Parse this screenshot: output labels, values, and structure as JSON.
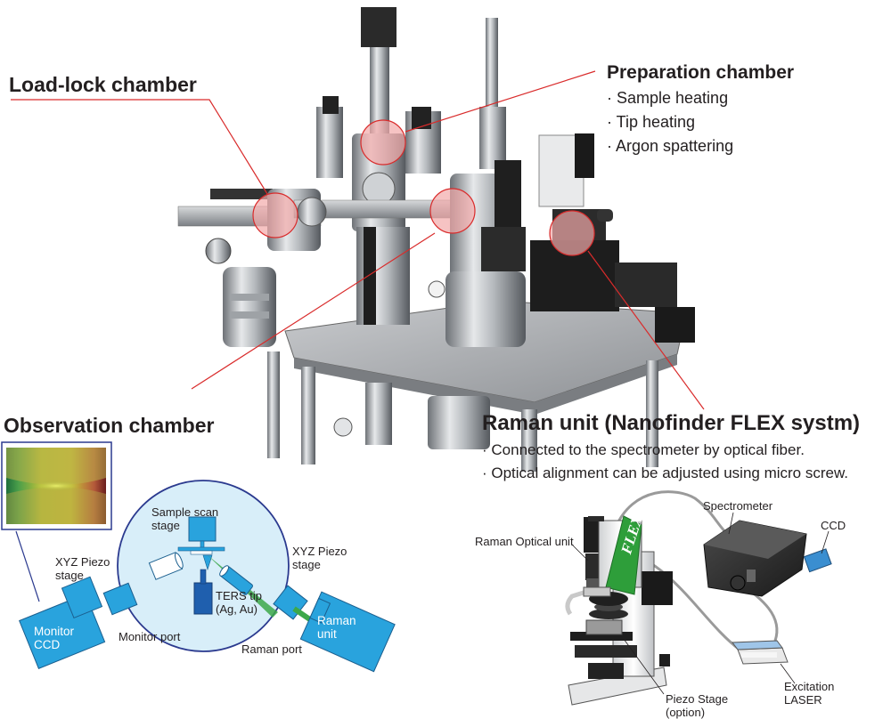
{
  "callouts": {
    "load_lock": "Load-lock chamber",
    "preparation": {
      "title": "Preparation chamber",
      "items": [
        "· Sample heating",
        "· Tip heating",
        "· Argon spattering"
      ]
    },
    "observation": "Observation chamber",
    "raman_unit": {
      "title": "Raman unit (Nanofinder FLEX systm)",
      "items": [
        "· Connected to the spectrometer by optical fiber.",
        "· Optical alignment can be adjusted using micro screw."
      ]
    }
  },
  "observation_diagram": {
    "sample_stage": [
      "Sample scan",
      "stage"
    ],
    "xyz_left": [
      "XYZ Piezo",
      "stage"
    ],
    "xyz_right": [
      "XYZ Piezo",
      "stage"
    ],
    "ters_tip": [
      "TERS tip",
      "(Ag, Au)"
    ],
    "monitor_ccd": [
      "Monitor",
      "CCD"
    ],
    "raman_unit": [
      "Raman",
      "unit"
    ],
    "monitor_port": "Monitor port",
    "raman_port": "Raman port"
  },
  "raman_diagram": {
    "optical_unit": "Raman Optical unit",
    "spectrometer": "Spectrometer",
    "ccd": "CCD",
    "flex_logo": "FLEX",
    "piezo_stage": [
      "Piezo Stage",
      "(option)"
    ],
    "laser": [
      "Excitation",
      "LASER"
    ]
  },
  "colors": {
    "accent_red": "#d92b2b",
    "diagram_blue": "#29a3dd",
    "chamber_fill": "#d8eef9",
    "flex_green": "#2e9e3a"
  }
}
